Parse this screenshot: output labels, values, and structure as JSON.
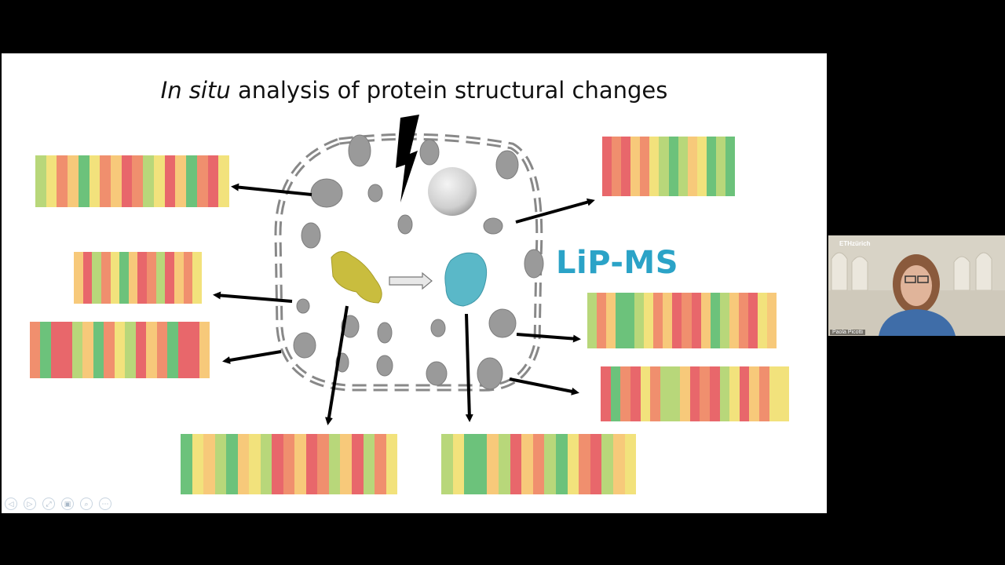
{
  "slide": {
    "title_italic": "In situ",
    "title_rest": " analysis of protein structural changes",
    "method_label": "LiP-MS"
  },
  "colors": {
    "palette": [
      "#e8676b",
      "#f08f6e",
      "#f7c97a",
      "#f2e27c",
      "#b8d77a",
      "#6cc27b"
    ],
    "method_label": "#2ba3c7",
    "protein_yellow": "#c9bd3e",
    "protein_teal": "#5ab8c8"
  },
  "strips": [
    {
      "id": "left-top",
      "colors": [
        "#b8d77a",
        "#f2e27c",
        "#f08f6e",
        "#f7c97a",
        "#6cc27b",
        "#f2e27c",
        "#f08f6e",
        "#f7c97a",
        "#e8676b",
        "#f08f6e",
        "#b8d77a",
        "#f2e27c",
        "#e8676b",
        "#f7c97a",
        "#6cc27b",
        "#f08f6e",
        "#e8676b",
        "#f2e27c"
      ]
    },
    {
      "id": "left-middle",
      "colors": [
        "#f7c97a",
        "#e8676b",
        "#b8d77a",
        "#f08f6e",
        "#f2e27c",
        "#6cc27b",
        "#f7c97a",
        "#e8676b",
        "#f08f6e",
        "#b8d77a",
        "#e8676b",
        "#f7c97a",
        "#f08f6e",
        "#f2e27c"
      ]
    },
    {
      "id": "left-bottom",
      "colors": [
        "#f08f6e",
        "#6cc27b",
        "#e8676b",
        "#e8676b",
        "#b8d77a",
        "#f7c97a",
        "#6cc27b",
        "#f08f6e",
        "#f2e27c",
        "#b8d77a",
        "#e8676b",
        "#f7c97a",
        "#f08f6e",
        "#6cc27b",
        "#e8676b",
        "#e8676b",
        "#f7c97a"
      ]
    },
    {
      "id": "right-top",
      "colors": [
        "#e8676b",
        "#f08f6e",
        "#e8676b",
        "#f7c97a",
        "#f08f6e",
        "#f2e27c",
        "#b8d77a",
        "#6cc27b",
        "#b8d77a",
        "#f7c97a",
        "#f2e27c",
        "#6cc27b",
        "#b8d77a",
        "#6cc27b"
      ]
    },
    {
      "id": "right-middle",
      "colors": [
        "#b8d77a",
        "#f08f6e",
        "#f7c97a",
        "#6cc27b",
        "#6cc27b",
        "#b8d77a",
        "#f2e27c",
        "#f08f6e",
        "#f7c97a",
        "#e8676b",
        "#f08f6e",
        "#e8676b",
        "#f7c97a",
        "#6cc27b",
        "#b8d77a",
        "#f7c97a",
        "#f08f6e",
        "#e8676b",
        "#f2e27c",
        "#f7c97a"
      ]
    },
    {
      "id": "right-bottom",
      "colors": [
        "#e8676b",
        "#6cc27b",
        "#f08f6e",
        "#e8676b",
        "#f2e27c",
        "#f08f6e",
        "#b8d77a",
        "#b8d77a",
        "#f7c97a",
        "#e8676b",
        "#f08f6e",
        "#e8676b",
        "#b8d77a",
        "#f2e27c",
        "#e8676b",
        "#f7c97a",
        "#f08f6e",
        "#f2e27c",
        "#f2e27c"
      ]
    },
    {
      "id": "bottom-left",
      "colors": [
        "#6cc27b",
        "#f2e27c",
        "#f7c97a",
        "#b8d77a",
        "#6cc27b",
        "#f7c97a",
        "#f2e27c",
        "#b8d77a",
        "#e8676b",
        "#f08f6e",
        "#f7c97a",
        "#e8676b",
        "#f08f6e",
        "#b8d77a",
        "#f7c97a",
        "#e8676b",
        "#b8d77a",
        "#f08f6e",
        "#f2e27c"
      ]
    },
    {
      "id": "bottom-right",
      "colors": [
        "#b8d77a",
        "#f2e27c",
        "#6cc27b",
        "#6cc27b",
        "#f7c97a",
        "#b8d77a",
        "#e8676b",
        "#f7c97a",
        "#f08f6e",
        "#b8d77a",
        "#6cc27b",
        "#f2e27c",
        "#f08f6e",
        "#e8676b",
        "#b8d77a",
        "#f7c97a",
        "#f2e27c"
      ]
    }
  ],
  "presentation_controls": [
    "◁",
    "▷",
    "⤢",
    "▣",
    "⌕",
    "⋯"
  ],
  "webcam": {
    "logo": "ETHzürich",
    "participant_name": "Paola Picotti"
  }
}
